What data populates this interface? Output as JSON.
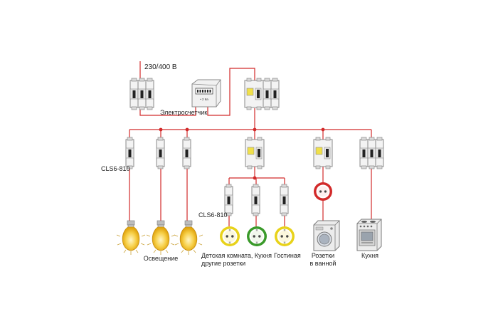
{
  "supply": {
    "voltage_label": "230/400  В"
  },
  "meter": {
    "label": "Электросчетчик",
    "display_text": "• 2 6a"
  },
  "labels": {
    "breaker_model_left": "CLS6-810",
    "breaker_model_center": "CLS6-810",
    "lighting": "Освещение",
    "kids_room_line1": "Детская комната, Кухня",
    "kids_room_line2": "другие розетки",
    "living_room": "Гостиная",
    "bathroom_line1": "Розетки",
    "bathroom_line2": "в ванной",
    "kitchen": "Кухня"
  },
  "colors": {
    "wire": "#d22a2a",
    "breaker_body": "#f2f2f2",
    "breaker_outline": "#8c8c8c",
    "lamp_glow": "#f5c623",
    "socket_yellow": "#e8d21a",
    "socket_green": "#3a9a2a",
    "socket_red": "#d22a2a"
  },
  "icons": [
    "breaker-icon",
    "rcd-icon",
    "meter-icon",
    "light-bulb-icon",
    "socket-icon",
    "washing-machine-icon",
    "stove-icon"
  ]
}
